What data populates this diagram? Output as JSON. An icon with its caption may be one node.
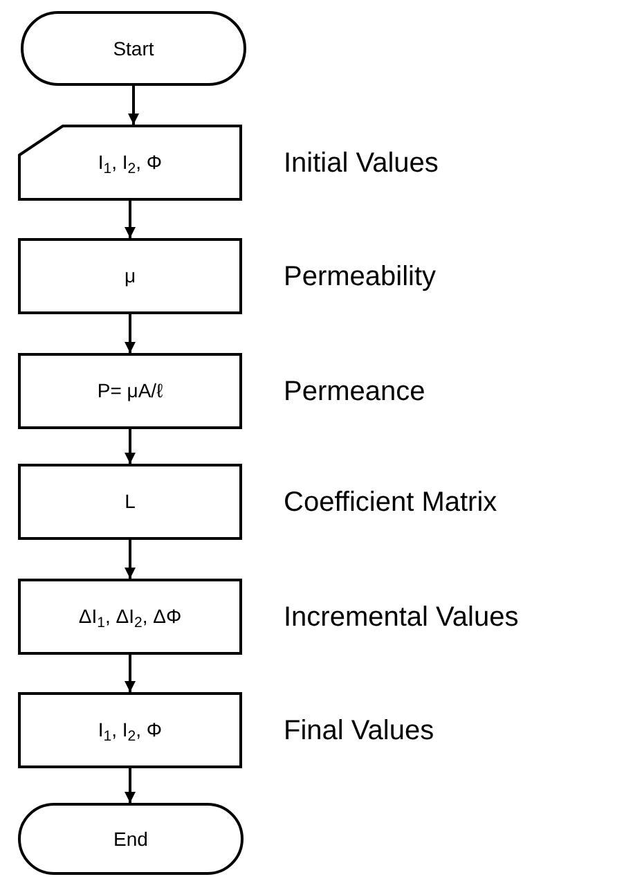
{
  "diagram": {
    "nodes": [
      {
        "text": [
          "Start"
        ]
      },
      {
        "text": [
          "I$_{1}$, I$_{2}$, Φ"
        ],
        "beside": [
          "Initial Values"
        ]
      },
      {
        "text": [
          "μ"
        ],
        "beside": [
          "Permeability"
        ]
      },
      {
        "text": [
          "P= μA/ℓ"
        ],
        "beside": [
          "Permeance"
        ]
      },
      {
        "text": [
          "L"
        ],
        "beside": [
          "Coefficient Matrix"
        ]
      },
      {
        "text": [
          "ΔI$_{1}$, ΔI$_{2}$, ΔΦ"
        ],
        "beside": [
          "Incremental Values"
        ]
      },
      {
        "text": [
          "I$_{1}$, I$_{2}$, Φ"
        ],
        "beside": [
          "Final Values"
        ]
      },
      {
        "text": [
          "End"
        ]
      }
    ],
    "edges": [
      {
        "from": 0,
        "to": 1,
        "arrow": "to"
      },
      {
        "from": 1,
        "to": 2,
        "arrow": "to"
      },
      {
        "from": 2,
        "to": 3,
        "arrow": "to"
      },
      {
        "from": 3,
        "to": 4,
        "arrow": "to"
      },
      {
        "from": 4,
        "to": 5,
        "arrow": "to"
      },
      {
        "from": 5,
        "to": 6,
        "arrow": "to"
      },
      {
        "from": 6,
        "to": 7,
        "arrow": "to"
      }
    ]
  }
}
